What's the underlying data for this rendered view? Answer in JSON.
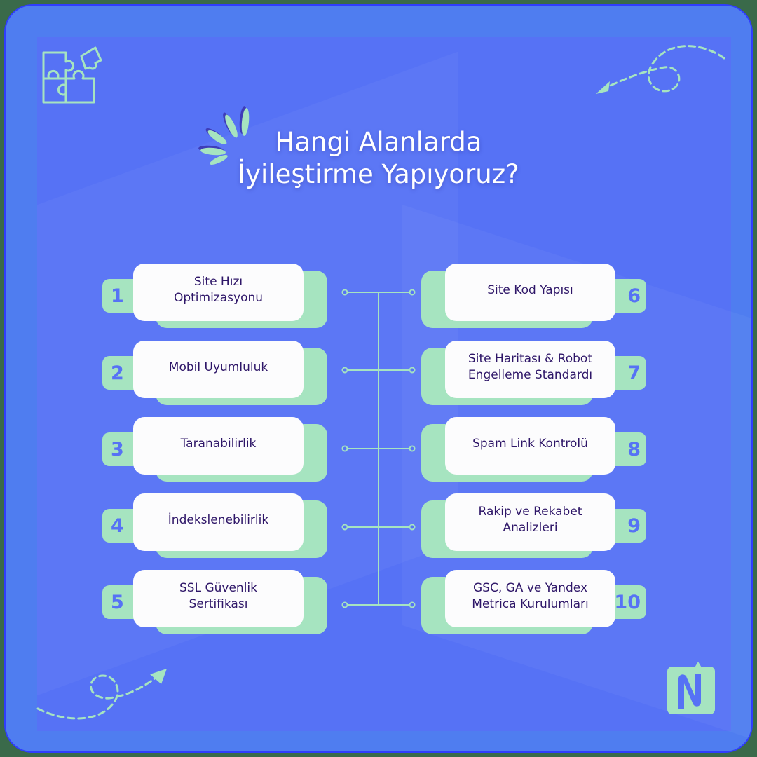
{
  "title": {
    "line1": "Hangi Alanlarda",
    "line2": "İyileştirme Yapıyoruz?"
  },
  "colors": {
    "background": "#5672f5",
    "accent_green": "#a6e4c0",
    "card_bg": "#fcfcfd",
    "card_text": "#2e1668",
    "title_text": "#ffffff"
  },
  "left_items": [
    {
      "number": "1",
      "line1": "Site Hızı",
      "line2": "Optimizasyonu"
    },
    {
      "number": "2",
      "line1": "Mobil Uyumluluk",
      "line2": ""
    },
    {
      "number": "3",
      "line1": "Taranabilirlik",
      "line2": ""
    },
    {
      "number": "4",
      "line1": "İndekslenebilirlik",
      "line2": ""
    },
    {
      "number": "5",
      "line1": "SSL Güvenlik",
      "line2": "Sertifikası"
    }
  ],
  "right_items": [
    {
      "number": "6",
      "line1": "Site Kod Yapısı",
      "line2": ""
    },
    {
      "number": "7",
      "line1": "Site Haritası & Robot",
      "line2": "Engelleme Standardı"
    },
    {
      "number": "8",
      "line1": "Spam Link Kontrolü",
      "line2": ""
    },
    {
      "number": "9",
      "line1": "Rakip ve Rekabet",
      "line2": "Analizleri"
    },
    {
      "number": "10",
      "line1": "GSC, GA ve Yandex",
      "line2": "Metrica Kurulumları"
    }
  ],
  "icons": {
    "top_left": "puzzle-icon",
    "top_right": "dashed-arrow-icon",
    "bottom_left": "dashed-arrow-icon",
    "bottom_right": "brand-logo-n-icon",
    "title_decoration": "sparkle-burst-icon"
  }
}
